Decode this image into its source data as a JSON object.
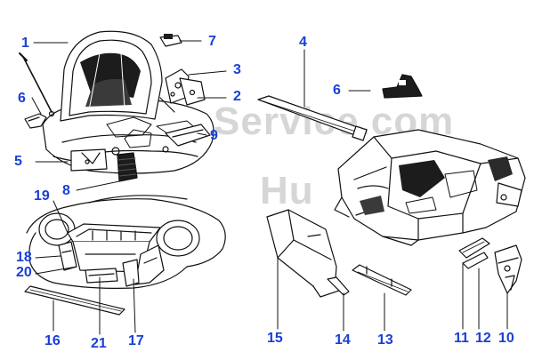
{
  "colors": {
    "callout": "#1a3fd6",
    "line": "#111111",
    "part_fill": "#ffffff",
    "dark": "#1c1c1c",
    "watermark": "#d6d6d6"
  },
  "watermark": {
    "line1": "Service.com",
    "line2": "Hu"
  },
  "callouts": [
    {
      "id": "c1",
      "text": "1"
    },
    {
      "id": "c2",
      "text": "2"
    },
    {
      "id": "c3",
      "text": "3"
    },
    {
      "id": "c4",
      "text": "4"
    },
    {
      "id": "c5",
      "text": "5"
    },
    {
      "id": "c6a",
      "text": "6"
    },
    {
      "id": "c6b",
      "text": "6"
    },
    {
      "id": "c7",
      "text": "7"
    },
    {
      "id": "c8",
      "text": "8"
    },
    {
      "id": "c9",
      "text": "9"
    },
    {
      "id": "c10",
      "text": "10"
    },
    {
      "id": "c11",
      "text": "11"
    },
    {
      "id": "c12",
      "text": "12"
    },
    {
      "id": "c13",
      "text": "13"
    },
    {
      "id": "c14",
      "text": "14"
    },
    {
      "id": "c15",
      "text": "15"
    },
    {
      "id": "c16",
      "text": "16"
    },
    {
      "id": "c17",
      "text": "17"
    },
    {
      "id": "c18",
      "text": "18"
    },
    {
      "id": "c19",
      "text": "19"
    },
    {
      "id": "c20",
      "text": "20"
    },
    {
      "id": "c21",
      "text": "21"
    }
  ]
}
